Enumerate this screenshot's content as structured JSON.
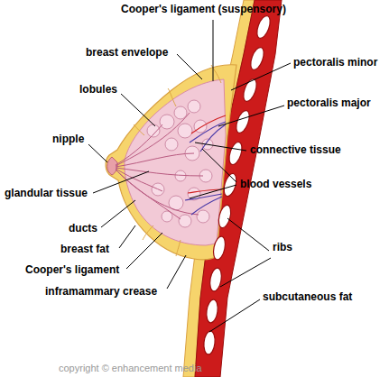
{
  "diagram": {
    "labels": [
      "Cooper's ligament (suspensory)",
      "breast envelope",
      "pectoralis minor",
      "lobules",
      "pectoralis major",
      "nipple",
      "connective tissue",
      "blood vessels",
      "glandular tissue",
      "ducts",
      "ribs",
      "breast fat",
      "Cooper's ligament",
      "subcutaneous fat",
      "inframammary crease",
      "copyright © enhancement media"
    ]
  }
}
